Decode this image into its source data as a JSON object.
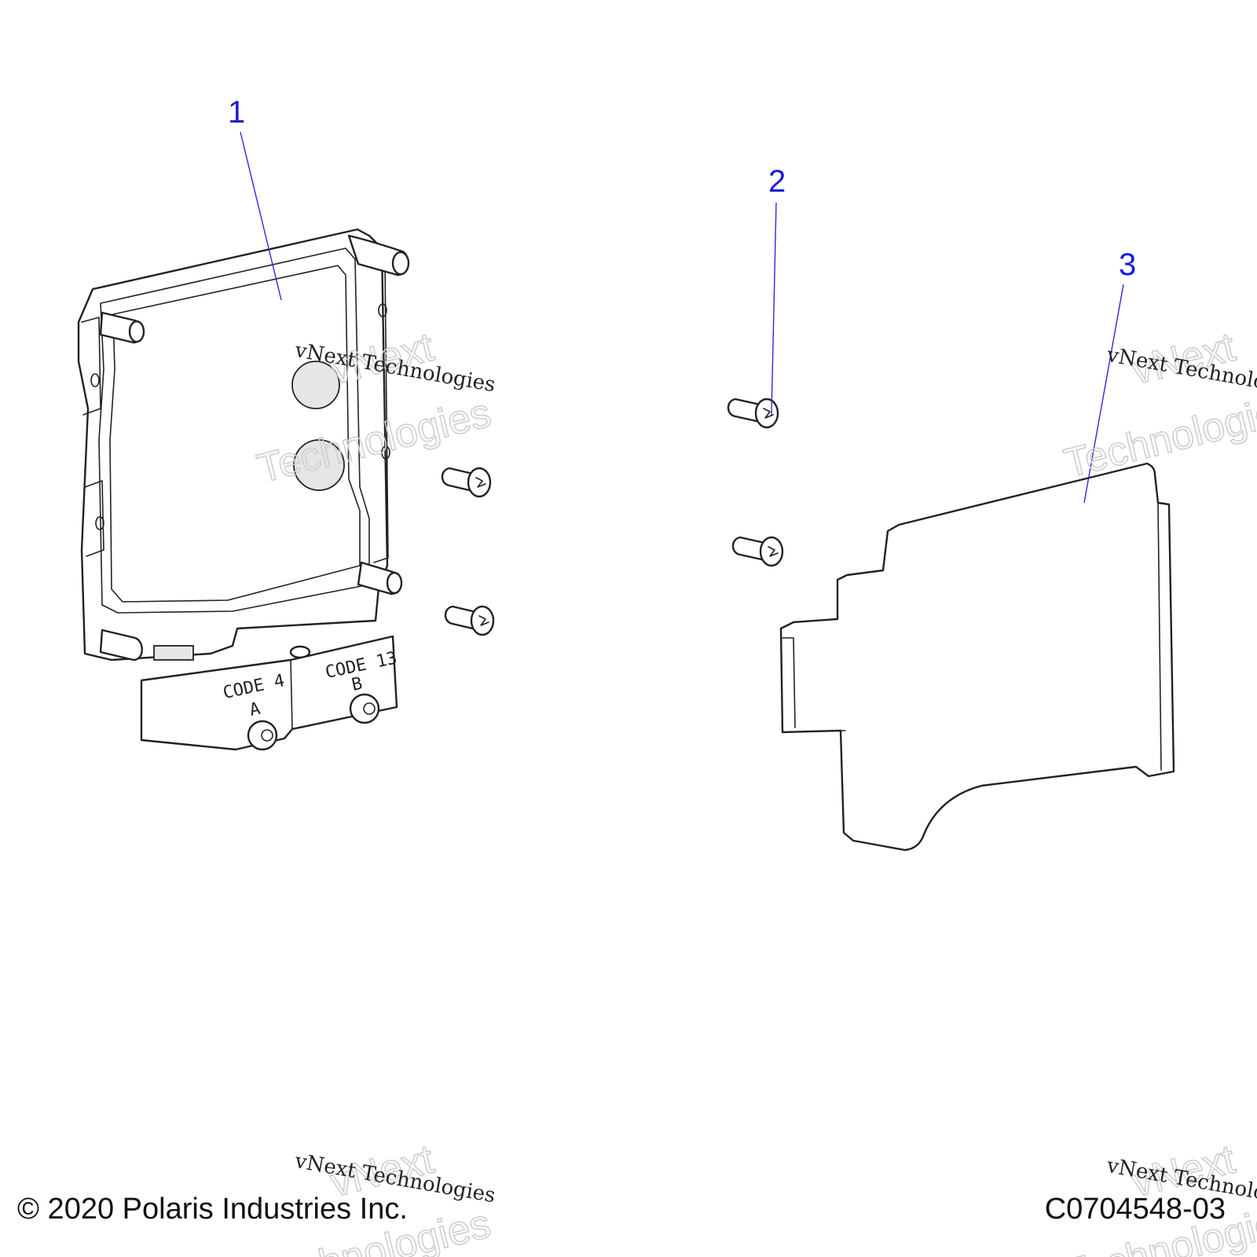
{
  "callouts": {
    "c1": "1",
    "c2": "2",
    "c3": "3"
  },
  "connectors": {
    "a_code": "CODE 4",
    "a_letter": "A",
    "b_code": "CODE 13",
    "b_letter": "B"
  },
  "watermark": {
    "line": "vNext Technologies",
    "outline_top": "vNext",
    "outline_bottom": "Technologies"
  },
  "footer": {
    "copyright": "© 2020 Polaris Industries Inc.",
    "drawing_code": "C0704548-03"
  },
  "colors": {
    "callout": "#1a1adb",
    "line": "#222222",
    "background": "#ffffff"
  }
}
